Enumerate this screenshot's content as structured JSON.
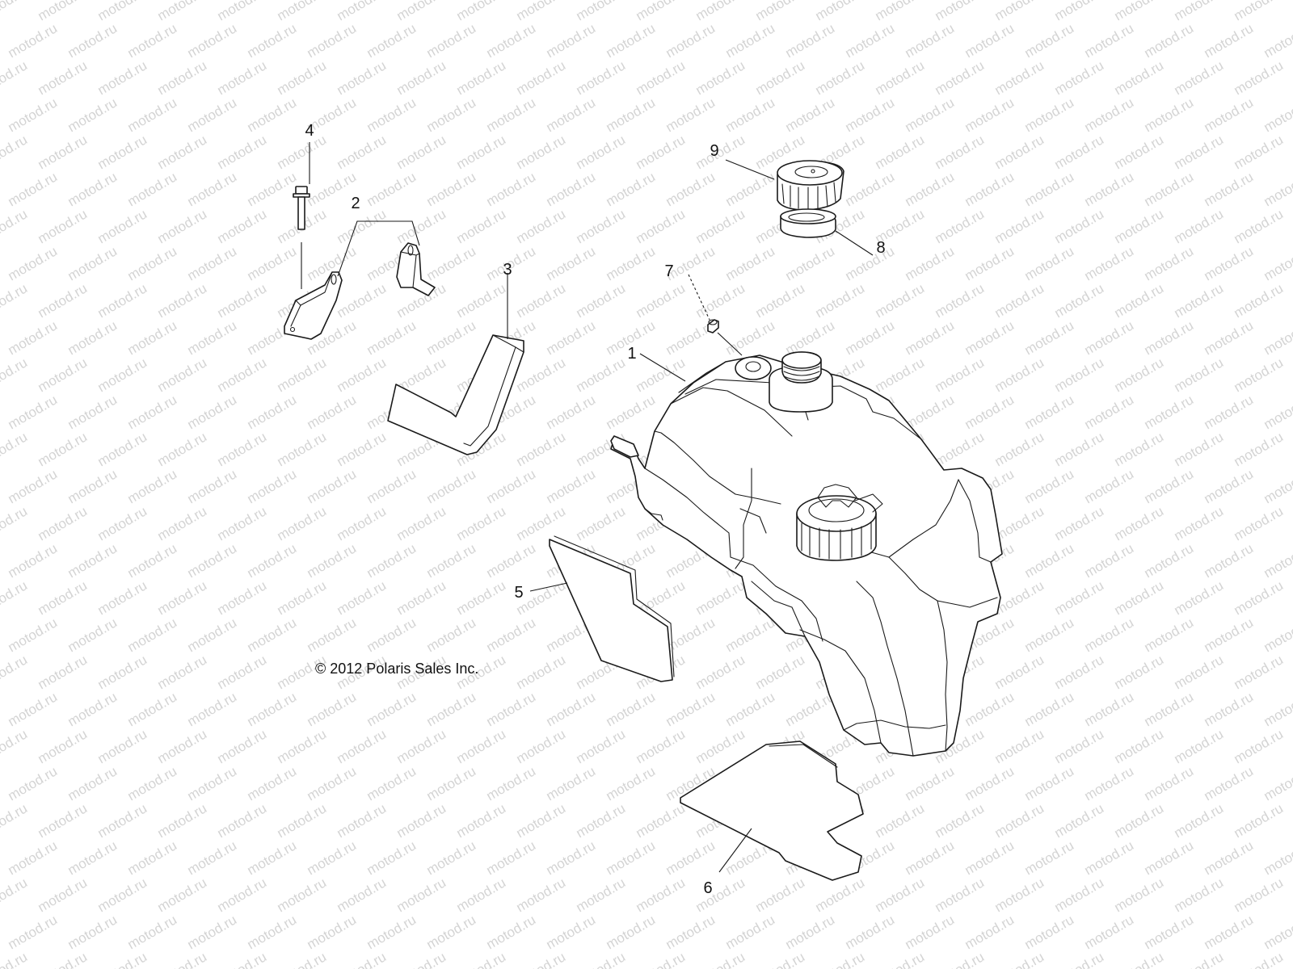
{
  "watermark_text": "motod.ru",
  "copyright": "© 2012 Polaris Sales Inc.",
  "callouts": [
    {
      "id": "1",
      "label": "1",
      "part": "fuel-tank"
    },
    {
      "id": "2",
      "label": "2",
      "part": "mounting-brackets"
    },
    {
      "id": "3",
      "label": "3",
      "part": "foam-pad-l"
    },
    {
      "id": "4",
      "label": "4",
      "part": "bolt"
    },
    {
      "id": "5",
      "label": "5",
      "part": "side-pad"
    },
    {
      "id": "6",
      "label": "6",
      "part": "bottom-pad"
    },
    {
      "id": "7",
      "label": "7",
      "part": "vent-fitting"
    },
    {
      "id": "8",
      "label": "8",
      "part": "cap-gasket"
    },
    {
      "id": "9",
      "label": "9",
      "part": "fuel-cap"
    }
  ],
  "colors": {
    "line": "#1a1a1a",
    "watermark": "#d4d4d4",
    "background": "#ffffff"
  }
}
